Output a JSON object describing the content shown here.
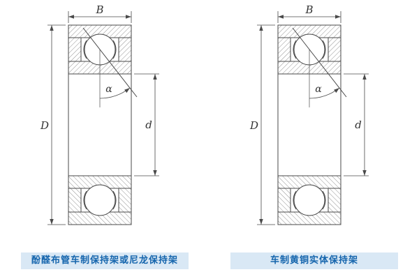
{
  "page": {
    "background": "#ffffff"
  },
  "colors": {
    "line": "#4a4a4a",
    "caption_bg": "#d9e8f5",
    "caption_text": "#1565ad"
  },
  "figures": [
    {
      "caption": "酚醛布管车制保持架或尼龙保持架",
      "labels": {
        "width": "B",
        "outer_diameter": "D",
        "bore_diameter": "d",
        "contact_angle": "α"
      }
    },
    {
      "caption": "车制黄铜实体保持架",
      "labels": {
        "width": "B",
        "outer_diameter": "D",
        "bore_diameter": "d",
        "contact_angle": "α"
      }
    }
  ]
}
